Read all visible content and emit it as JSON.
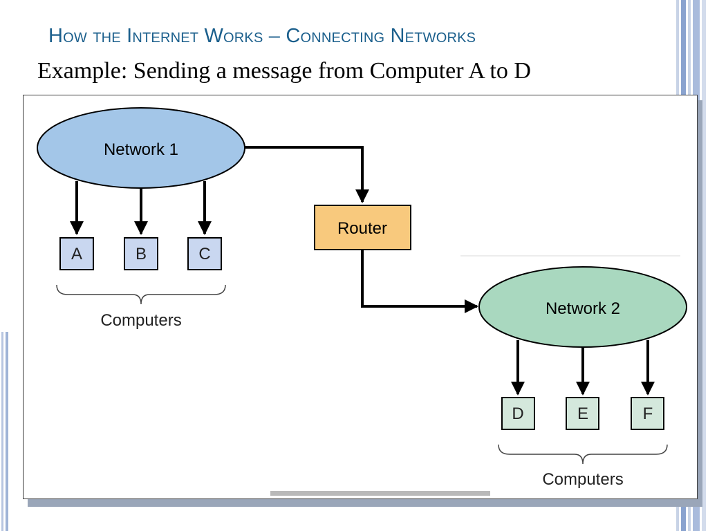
{
  "slide": {
    "title": "How the Internet Works – Connecting Networks",
    "subtitle": "Example: Sending a message from Computer A to D"
  },
  "diagram": {
    "network1": {
      "label": "Network 1",
      "fill": "#a3c6e8"
    },
    "network2": {
      "label": "Network 2",
      "fill": "#a9d8bf"
    },
    "router": {
      "label": "Router",
      "fill": "#f8c97d"
    },
    "computers_group1": {
      "nodes": [
        "A",
        "B",
        "C"
      ],
      "fill": "#c9d7f0",
      "caption": "Computers"
    },
    "computers_group2": {
      "nodes": [
        "D",
        "E",
        "F"
      ],
      "fill": "#d4e8dc",
      "caption": "Computers"
    }
  },
  "colors": {
    "title": "#1b5f8c",
    "stripe": "#9fb3d6"
  }
}
